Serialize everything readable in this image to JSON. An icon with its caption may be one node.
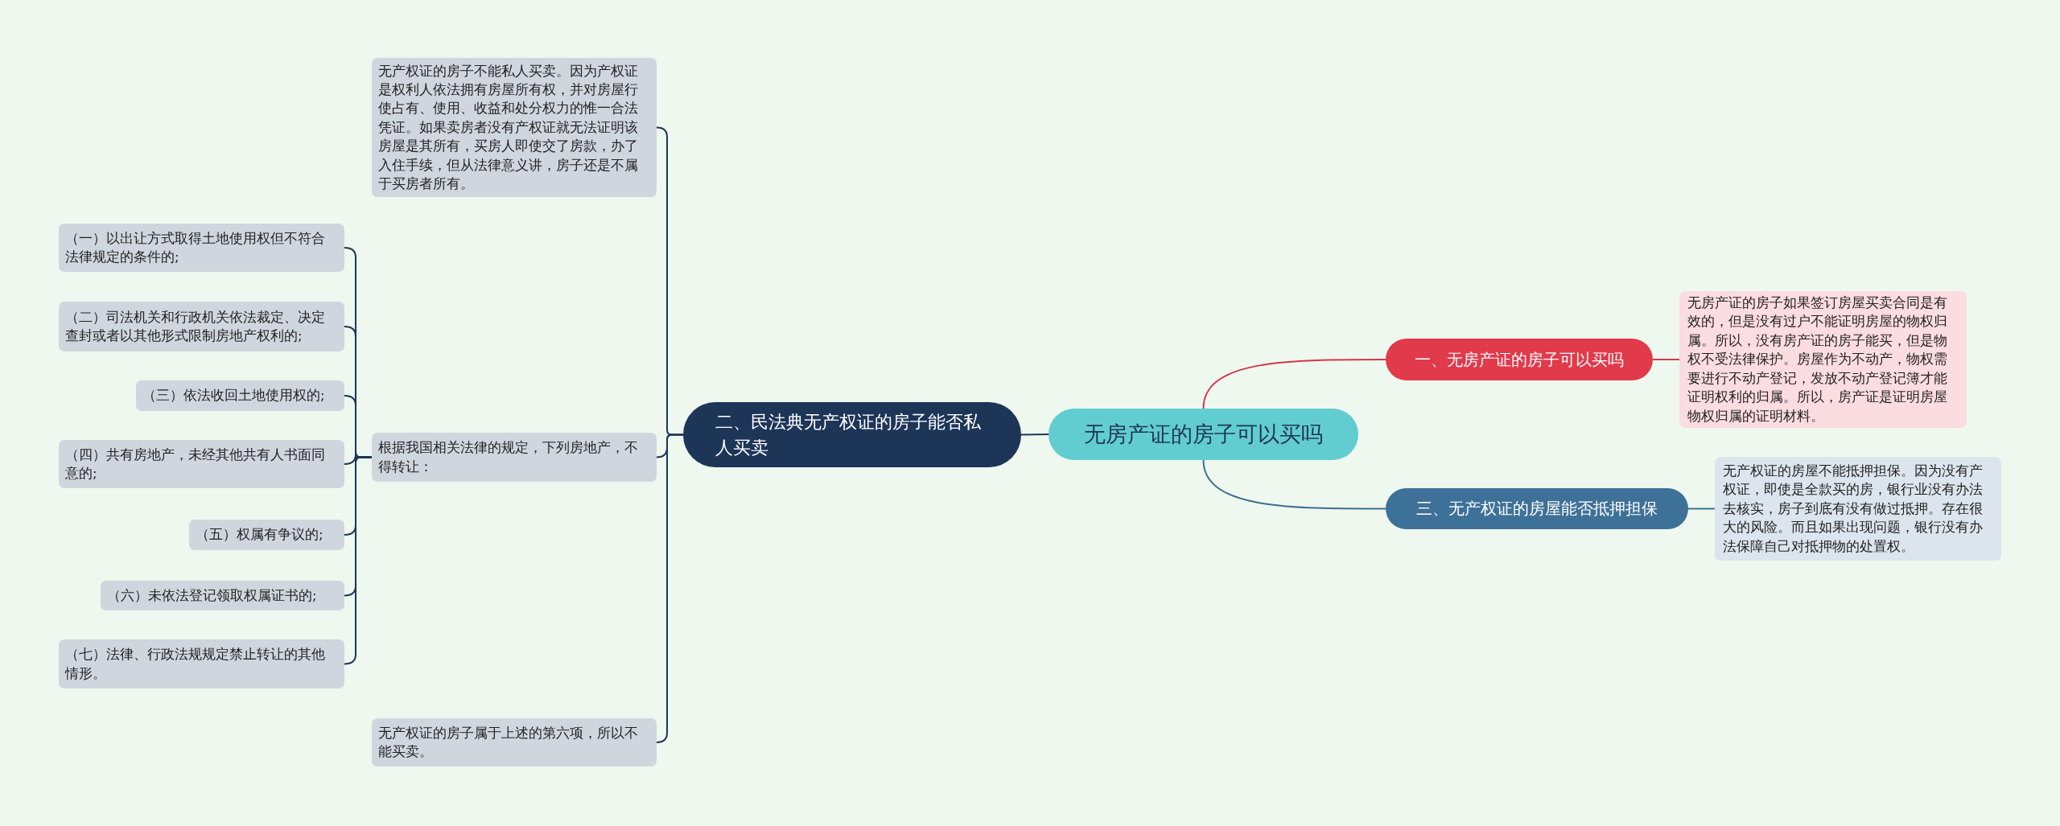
{
  "diagram": {
    "nodes": [
      {
        "text": [
          "无房产证的房子可以买吗"
        ]
      },
      {
        "text": [
          "一、无房产证的房子可以买吗"
        ]
      },
      {
        "text": [
          "无房产证的房子如果签订房屋买卖合同是有效的，但是没有过户不能证明房屋的物权归属。所以，没有房产证的房子能买，但是物权不受法律保护。房屋作为不动产，物权需要进行不动产登记，发放不动产登记簿才能证明权利的归属。所以，房产证是证明房屋物权归属的证明材料。"
        ]
      },
      {
        "text": [
          "三、无产权证的房屋能否抵押担保"
        ]
      },
      {
        "text": [
          "无产权证的房屋不能抵押担保。因为没有产权证，即使是全款买的房，银行业没有办法去核实，房子到底有没有做过抵押。存在很大的风险。而且如果出现问题，银行没有办法保障自己对抵押物的处置权。"
        ]
      },
      {
        "text": [
          "二、民法典无产权证的房子能否私人买卖"
        ]
      },
      {
        "text": [
          "无产权证的房子不能私人买卖。因为产权证是权利人依法拥有房屋所有权，并对房屋行使占有、使用、收益和处分权力的惟一合法凭证。如果卖房者没有产权证就无法证明该房屋是其所有，买房人即使交了房款，办了入住手续，但从法律意义讲，房子还是不属于买房者所有。"
        ]
      },
      {
        "text": [
          "根据我国相关法律的规定，下列房地产，不得转让："
        ]
      },
      {
        "text": [
          "（一）以出让方式取得土地使用权但不符合法律规定的条件的;"
        ]
      },
      {
        "text": [
          "（二）司法机关和行政机关依法裁定、决定查封或者以其他形式限制房地产权利的;"
        ]
      },
      {
        "text": [
          "（三）依法收回土地使用权的;"
        ]
      },
      {
        "text": [
          "（四）共有房地产，未经其他共有人书面同意的;"
        ]
      },
      {
        "text": [
          "（五）权属有争议的;"
        ]
      },
      {
        "text": [
          "（六）未依法登记领取权属证书的;"
        ]
      },
      {
        "text": [
          "（七）法律、行政法规规定禁止转让的其他情形。"
        ]
      },
      {
        "text": [
          "无产权证的房子属于上述的第六项，所以不能买卖。"
        ]
      }
    ],
    "edges": [
      {
        "from": 0,
        "to": 1,
        "arrow": "none",
        "color": "#d0394a"
      },
      {
        "from": 1,
        "to": 2,
        "arrow": "none",
        "color": "#d0394a"
      },
      {
        "from": 0,
        "to": 3,
        "arrow": "none",
        "color": "#3c6f91"
      },
      {
        "from": 3,
        "to": 4,
        "arrow": "none",
        "color": "#3c6f91"
      },
      {
        "from": 0,
        "to": 5,
        "arrow": "none"
      },
      {
        "from": 5,
        "to": 6,
        "arrow": "none"
      },
      {
        "from": 5,
        "to": 7,
        "arrow": "none"
      },
      {
        "from": 5,
        "to": 15,
        "arrow": "none"
      },
      {
        "from": 7,
        "to": 8,
        "arrow": "none"
      },
      {
        "from": 7,
        "to": 9,
        "arrow": "none"
      },
      {
        "from": 7,
        "to": 10,
        "arrow": "none"
      },
      {
        "from": 7,
        "to": 11,
        "arrow": "none"
      },
      {
        "from": 7,
        "to": 12,
        "arrow": "none"
      },
      {
        "from": 7,
        "to": 13,
        "arrow": "none"
      },
      {
        "from": 7,
        "to": 14,
        "arrow": "none"
      }
    ]
  }
}
